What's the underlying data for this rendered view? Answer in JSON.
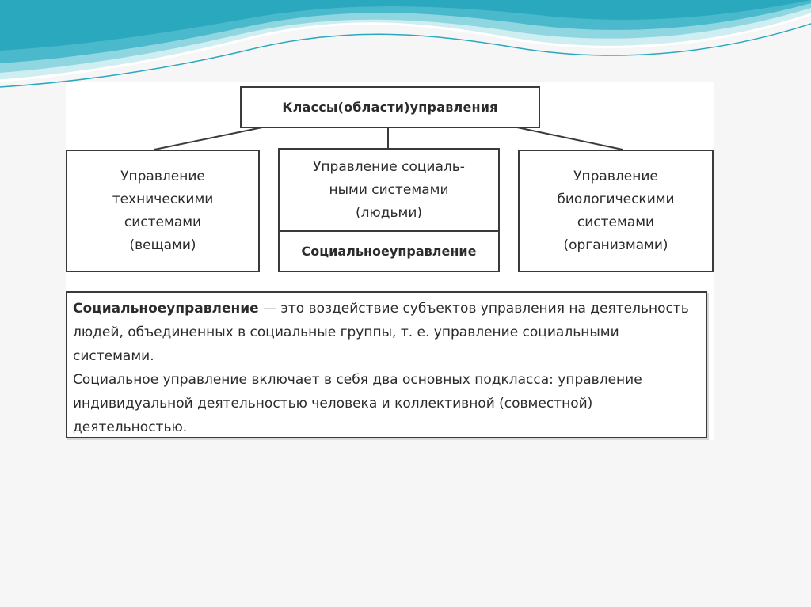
{
  "diagram": {
    "root": "Классы(области)управления",
    "left": [
      "Управление",
      "техническими",
      "системами",
      "(вещами)"
    ],
    "middle_top": [
      "Управление социаль-",
      "ными системами",
      "(людьми)"
    ],
    "middle_bottom": "Социальноеуправление",
    "right": [
      "Управление",
      "биологическими",
      "системами",
      "(организмами)"
    ]
  },
  "definition": {
    "term": "Социальноеуправление",
    "text1": " — это воздействие субъектов управления на деятельность людей, объединенных в социальные группы, т. е. управление социальными системами.",
    "text2": "Социальное управление включает в себя два основных подкласса: управление индивидуальной деятельностью человека и коллективной (совместной) деятельностью."
  },
  "colors": {
    "wave_light": "#cfeef2",
    "wave_mid": "#7fd0dc",
    "wave_dark": "#2aa8bd",
    "border": "#3a3a3a"
  }
}
